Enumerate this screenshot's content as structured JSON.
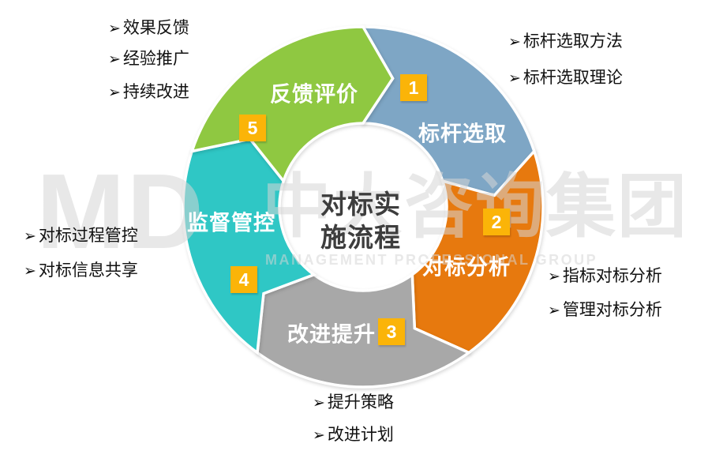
{
  "bullet": "➢",
  "colors": {
    "badge": "#FBB408",
    "blue": "#7EA6C5",
    "orange": "#E7790E",
    "gray": "#A8A8A8",
    "teal": "#2FC7C5",
    "green": "#8FC841"
  },
  "center": {
    "title_lines": [
      "对标实",
      "施流程"
    ]
  },
  "watermark": {
    "logo": "MD",
    "cn": "中大咨询集团",
    "en": "MANAGEMENT PROFESSIONAL GROUP"
  },
  "chart_data": {
    "type": "cycle-diagram",
    "title": "对标实施流程",
    "steps": 5,
    "direction": "clockwise"
  },
  "segments": [
    {
      "id": 1,
      "badge": "1",
      "label": "标杆选取",
      "color": "#7EA6C5",
      "start_angle": 0,
      "annotations": [
        "标杆选取方法",
        "标杆选取理论"
      ]
    },
    {
      "id": 2,
      "badge": "2",
      "label": "对标分析",
      "color": "#E7790E",
      "start_angle": 72,
      "annotations": [
        "指标对标分析",
        "管理对标分析"
      ]
    },
    {
      "id": 3,
      "badge": "3",
      "label": "改进提升",
      "color": "#A8A8A8",
      "start_angle": 144,
      "annotations": [
        "提升策略",
        "改进计划"
      ]
    },
    {
      "id": 4,
      "badge": "4",
      "label": "监督管控",
      "color": "#2FC7C5",
      "start_angle": 216,
      "annotations": [
        "对标过程管控",
        "对标信息共享"
      ]
    },
    {
      "id": 5,
      "badge": "5",
      "label": "反馈评价",
      "color": "#8FC841",
      "start_angle": 288,
      "annotations": [
        "效果反馈",
        "经验推广",
        "持续改进"
      ]
    }
  ]
}
